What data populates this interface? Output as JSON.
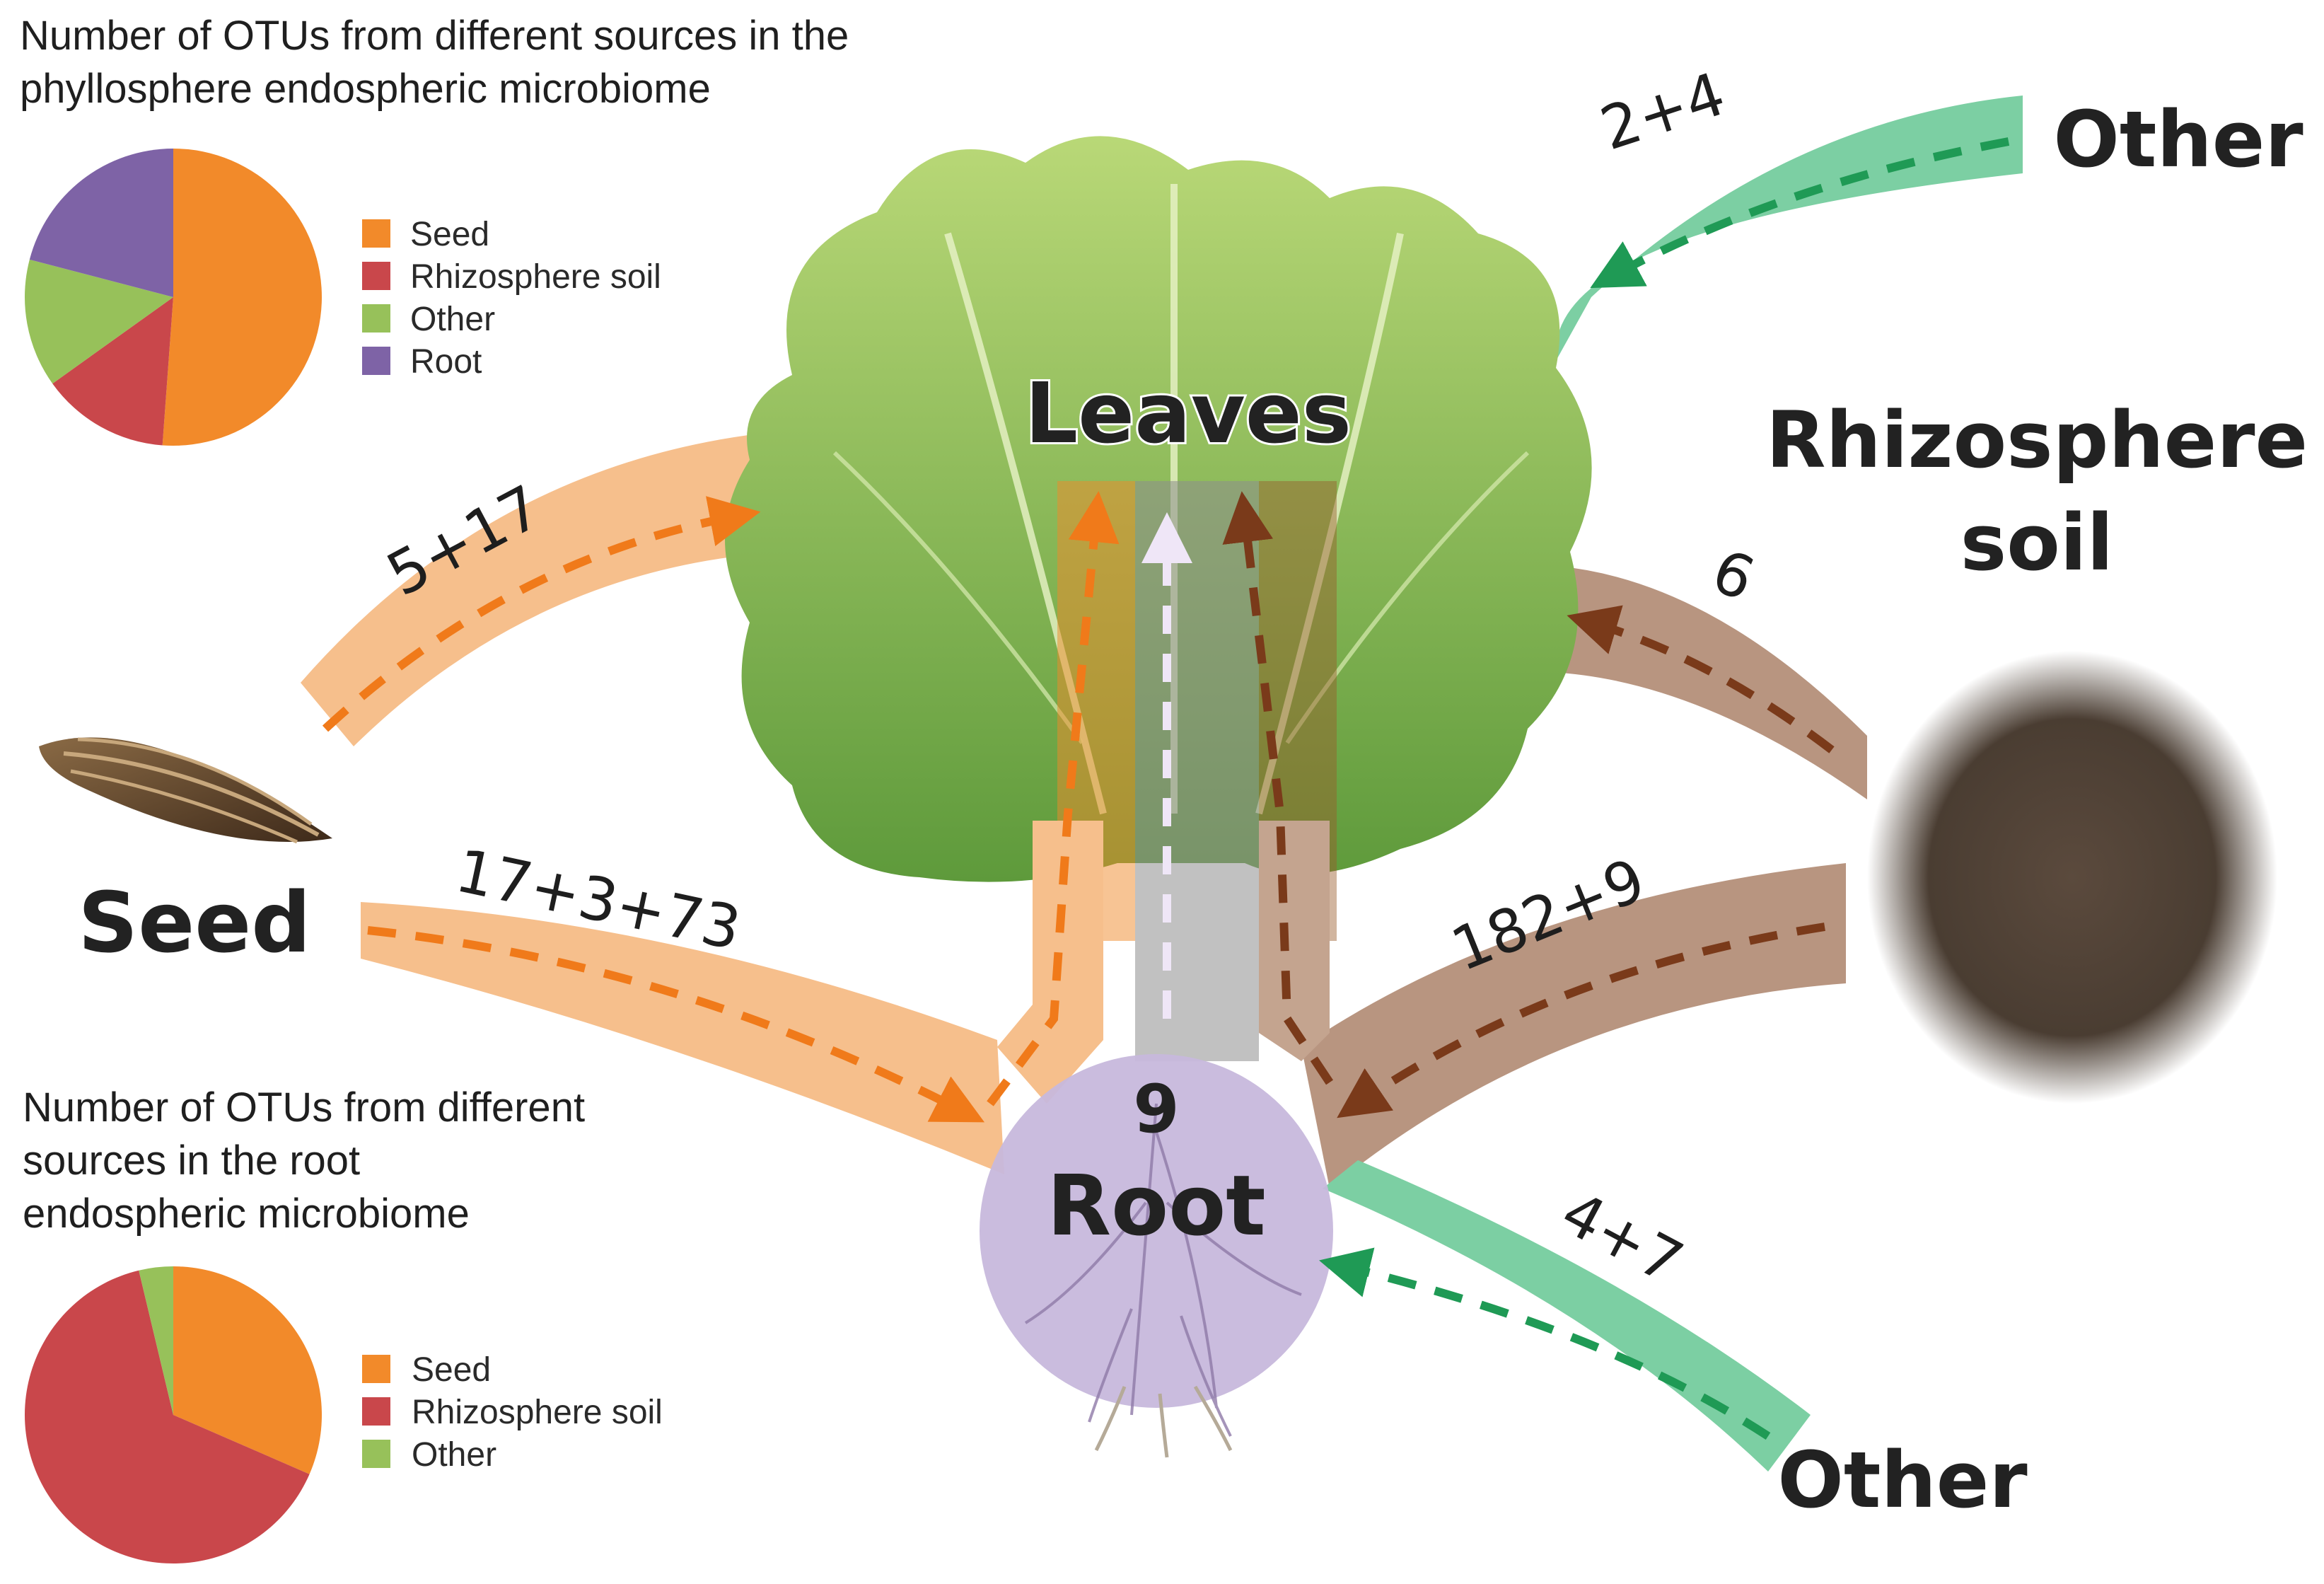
{
  "colors": {
    "seed": "#f28a2a",
    "rhizosphere_soil": "#c9474b",
    "other": "#97c15a",
    "root": "#7e63a6",
    "seed_band": "#f6bf8c",
    "soil_band": "#b89580",
    "other_band": "#7ccfa3",
    "root_circle": "#c7b8dc",
    "leaf_dark": "#5c9a3a",
    "leaf_light": "#b3d66e"
  },
  "nodes": {
    "leaves": "Leaves",
    "root": "Root",
    "root_number": "9",
    "seed": "Seed",
    "soil_line1": "Rhizosphere",
    "soil_line2": "soil",
    "other_top": "Other",
    "other_bottom": "Other"
  },
  "flows": {
    "seed_to_leaves": "5+17",
    "seed_to_root": "17+3+73",
    "other_to_leaves": "2+4",
    "soil_to_leaves": "6",
    "soil_to_root": "182+9",
    "other_to_root": "4+7"
  },
  "chart_data": [
    {
      "type": "pie",
      "title_lines": [
        "Number of OTUs from different sources in the",
        "phyllosphere endospheric microbiome"
      ],
      "categories": [
        "Seed",
        "Rhizosphere soil",
        "Other",
        "Root"
      ],
      "values": [
        22,
        6,
        6,
        9
      ]
    },
    {
      "type": "pie",
      "title_lines": [
        "Number of OTUs from different",
        "sources in the root",
        "endospheric microbiome"
      ],
      "categories": [
        "Seed",
        "Rhizosphere soil",
        "Other"
      ],
      "values": [
        93,
        191,
        11
      ]
    }
  ]
}
